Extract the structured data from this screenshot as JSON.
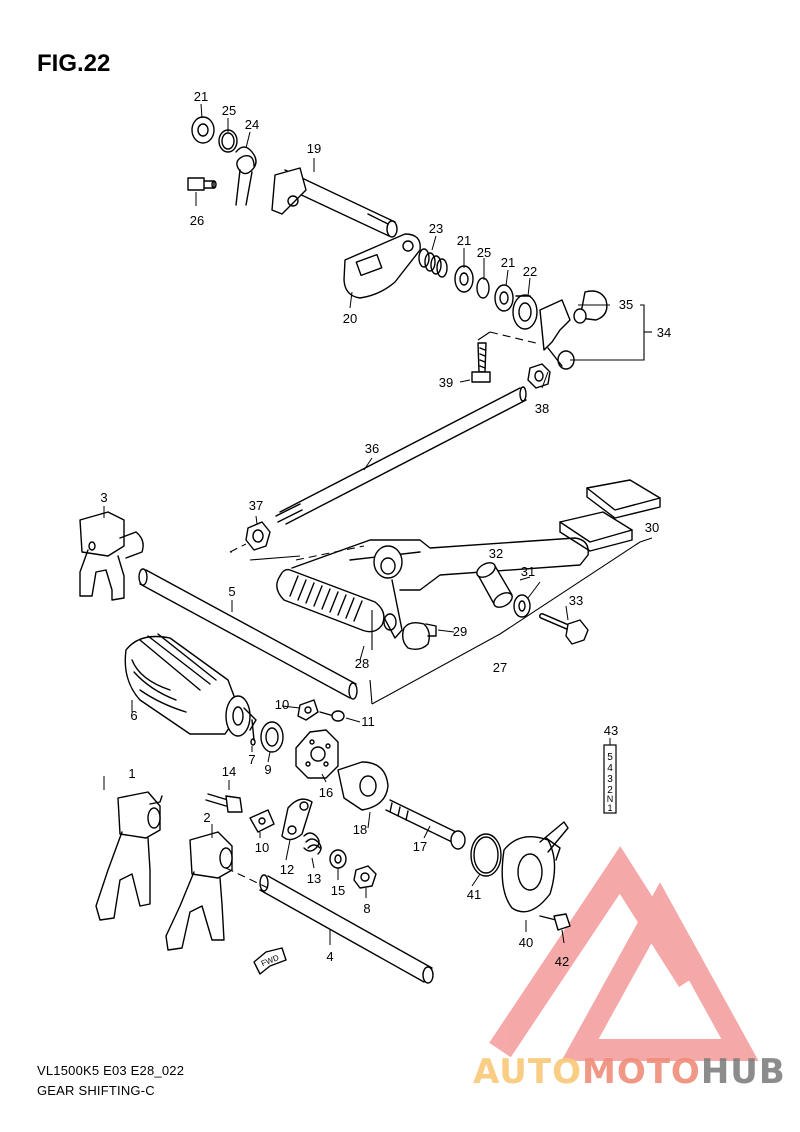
{
  "figure": {
    "title": "FIG.22",
    "model_code": "VL1500K5 E03 E28_022",
    "section_name": "GEAR SHIFTING-C",
    "fwd_label": "FWD",
    "gear_indicator_label": "5 4 3 2 N 1"
  },
  "watermark": {
    "logo_part_a": "AUTO",
    "logo_part_b": "MOTO",
    "logo_part_c": "HUB",
    "colors": {
      "triangle": "#f08c8c",
      "auto": "#f7c878",
      "moto": "#f08c78",
      "hub": "#787878"
    }
  },
  "callouts": {
    "c1": "1",
    "c2": "2",
    "c3": "3",
    "c4": "4",
    "c5": "5",
    "c6": "6",
    "c7": "7",
    "c8": "8",
    "c9": "9",
    "c10a": "10",
    "c10b": "10",
    "c11": "11",
    "c12": "12",
    "c13": "13",
    "c14": "14",
    "c15": "15",
    "c16": "16",
    "c17": "17",
    "c18": "18",
    "c19": "19",
    "c20": "20",
    "c21a": "21",
    "c21b": "21",
    "c21c": "21",
    "c22": "22",
    "c23": "23",
    "c24": "24",
    "c25a": "25",
    "c25b": "25",
    "c26": "26",
    "c27": "27",
    "c28": "28",
    "c29": "29",
    "c30": "30",
    "c31": "31",
    "c32": "32",
    "c33": "33",
    "c34": "34",
    "c35": "35",
    "c36": "36",
    "c37": "37",
    "c38": "38",
    "c39": "39",
    "c40": "40",
    "c41": "41",
    "c42": "42",
    "c43": "43"
  }
}
